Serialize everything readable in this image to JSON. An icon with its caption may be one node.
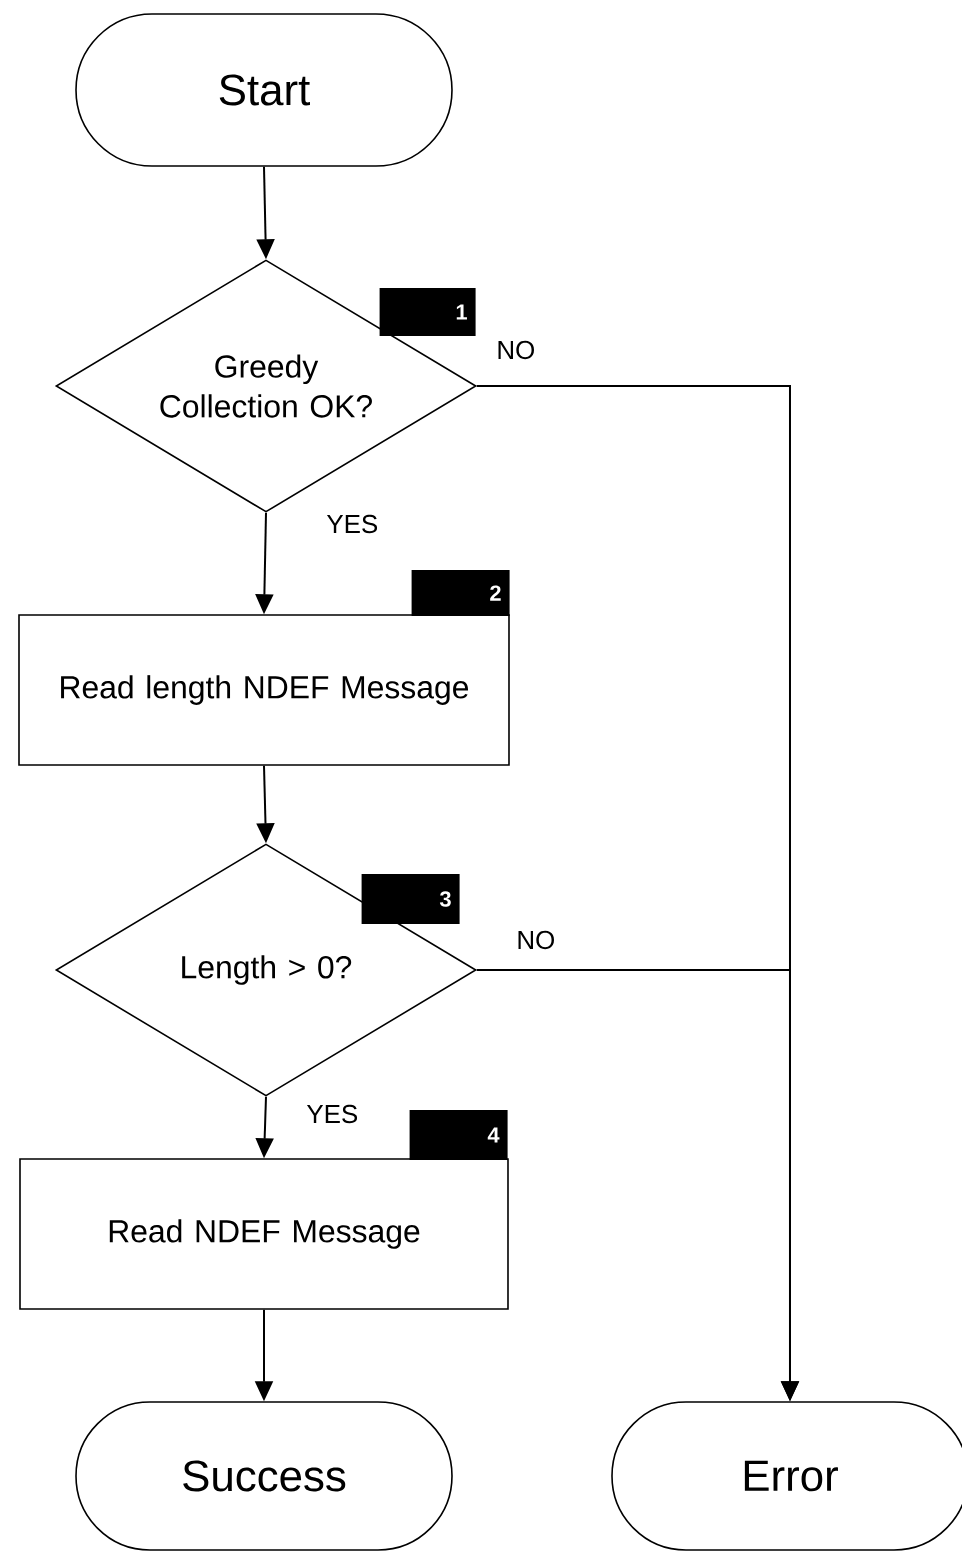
{
  "diagram": {
    "nodes": [
      {
        "text": [
          "Start"
        ]
      },
      {
        "text": [
          "Greedy Collection OK?"
        ],
        "beside": [
          "1"
        ]
      },
      {
        "text": [
          "Read length NDEF Message"
        ],
        "beside": [
          "2"
        ]
      },
      {
        "text": [
          "Length > 0?"
        ],
        "beside": [
          "3"
        ]
      },
      {
        "text": [
          "Read NDEF Message"
        ],
        "beside": [
          "4"
        ]
      },
      {
        "text": [
          "Success"
        ]
      },
      {
        "text": [
          "Error"
        ]
      }
    ],
    "edges": [
      {
        "from": 0,
        "to": 1,
        "arrow": "to"
      },
      {
        "from": 1,
        "to": 2,
        "arrow": "to",
        "label": "YES"
      },
      {
        "from": 1,
        "to": 6,
        "arrow": "to",
        "label": "NO"
      },
      {
        "from": 2,
        "to": 3,
        "arrow": "to"
      },
      {
        "from": 3,
        "to": 4,
        "arrow": "to",
        "label": "YES"
      },
      {
        "from": 3,
        "to": 6,
        "arrow": "to",
        "label": "NO"
      },
      {
        "from": 4,
        "to": 5,
        "arrow": "to"
      }
    ]
  }
}
